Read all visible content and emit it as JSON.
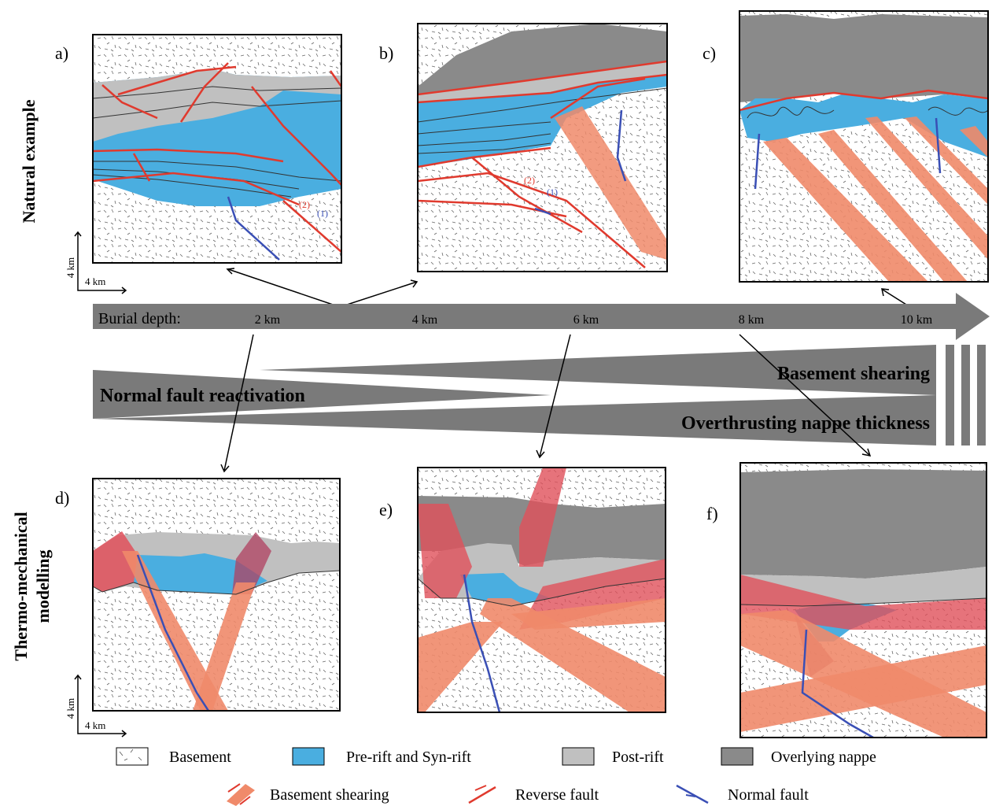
{
  "rows": {
    "top": "Natural example",
    "bottom_line1": "Thermo-mechanical",
    "bottom_line2": "modelling"
  },
  "panels": {
    "a": "a)",
    "b": "b)",
    "c": "c)",
    "d": "d)",
    "e": "e)",
    "f": "f)"
  },
  "scale_bar": {
    "vertical": "4 km",
    "horizontal": "4 km"
  },
  "fault_markers": {
    "reverse": "(2)",
    "normal": "(1)"
  },
  "depth_axis": {
    "label": "Burial depth:",
    "ticks": [
      "2 km",
      "4 km",
      "6 km",
      "8 km",
      "10 km"
    ]
  },
  "trends": {
    "normal_fault_reactivation": "Normal fault reactivation",
    "basement_shearing": "Basement shearing",
    "nappe_thickness": "Overthrusting nappe thickness"
  },
  "legend": {
    "basement": "Basement",
    "prerift": "Pre-rift and Syn-rift",
    "postrift": "Post-rift",
    "nappe": "Overlying nappe",
    "shear": "Basement shearing",
    "reverse": "Reverse fault",
    "normal": "Normal fault"
  },
  "colors": {
    "basement": "#ffffff",
    "prerift": "#4aaee0",
    "postrift": "#c0c0c0",
    "nappe": "#8a8a8a",
    "shear": "#f08a6a",
    "shear_dark": "#e0505a",
    "reverse_fault": "#e03a2e",
    "normal_fault": "#3a4fb5",
    "arrow": "#7a7a7a"
  }
}
